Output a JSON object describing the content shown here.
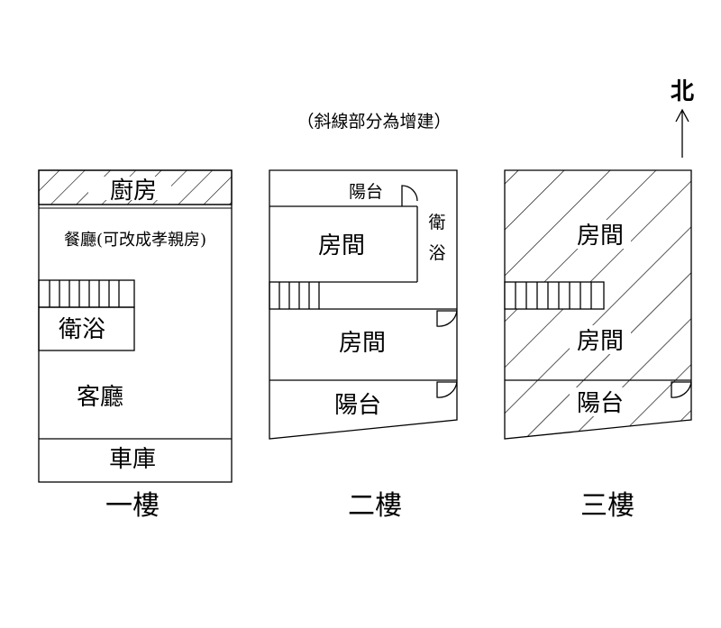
{
  "note": "（斜線部分為增建）",
  "north_label": "北",
  "floor1": {
    "title": "一樓",
    "kitchen": "廚房",
    "dining": "餐廳(可改成孝親房)",
    "bath": "衛浴",
    "living": "客廳",
    "garage": "車庫"
  },
  "floor2": {
    "title": "二樓",
    "balcony_top": "陽台",
    "bath": "衛浴",
    "bath_line1": "衛",
    "bath_line2": "浴",
    "room_upper": "房間",
    "room_lower": "房間",
    "balcony_bottom": "陽台"
  },
  "floor3": {
    "title": "三樓",
    "room_upper": "房間",
    "room_lower": "房間",
    "balcony": "陽台"
  }
}
